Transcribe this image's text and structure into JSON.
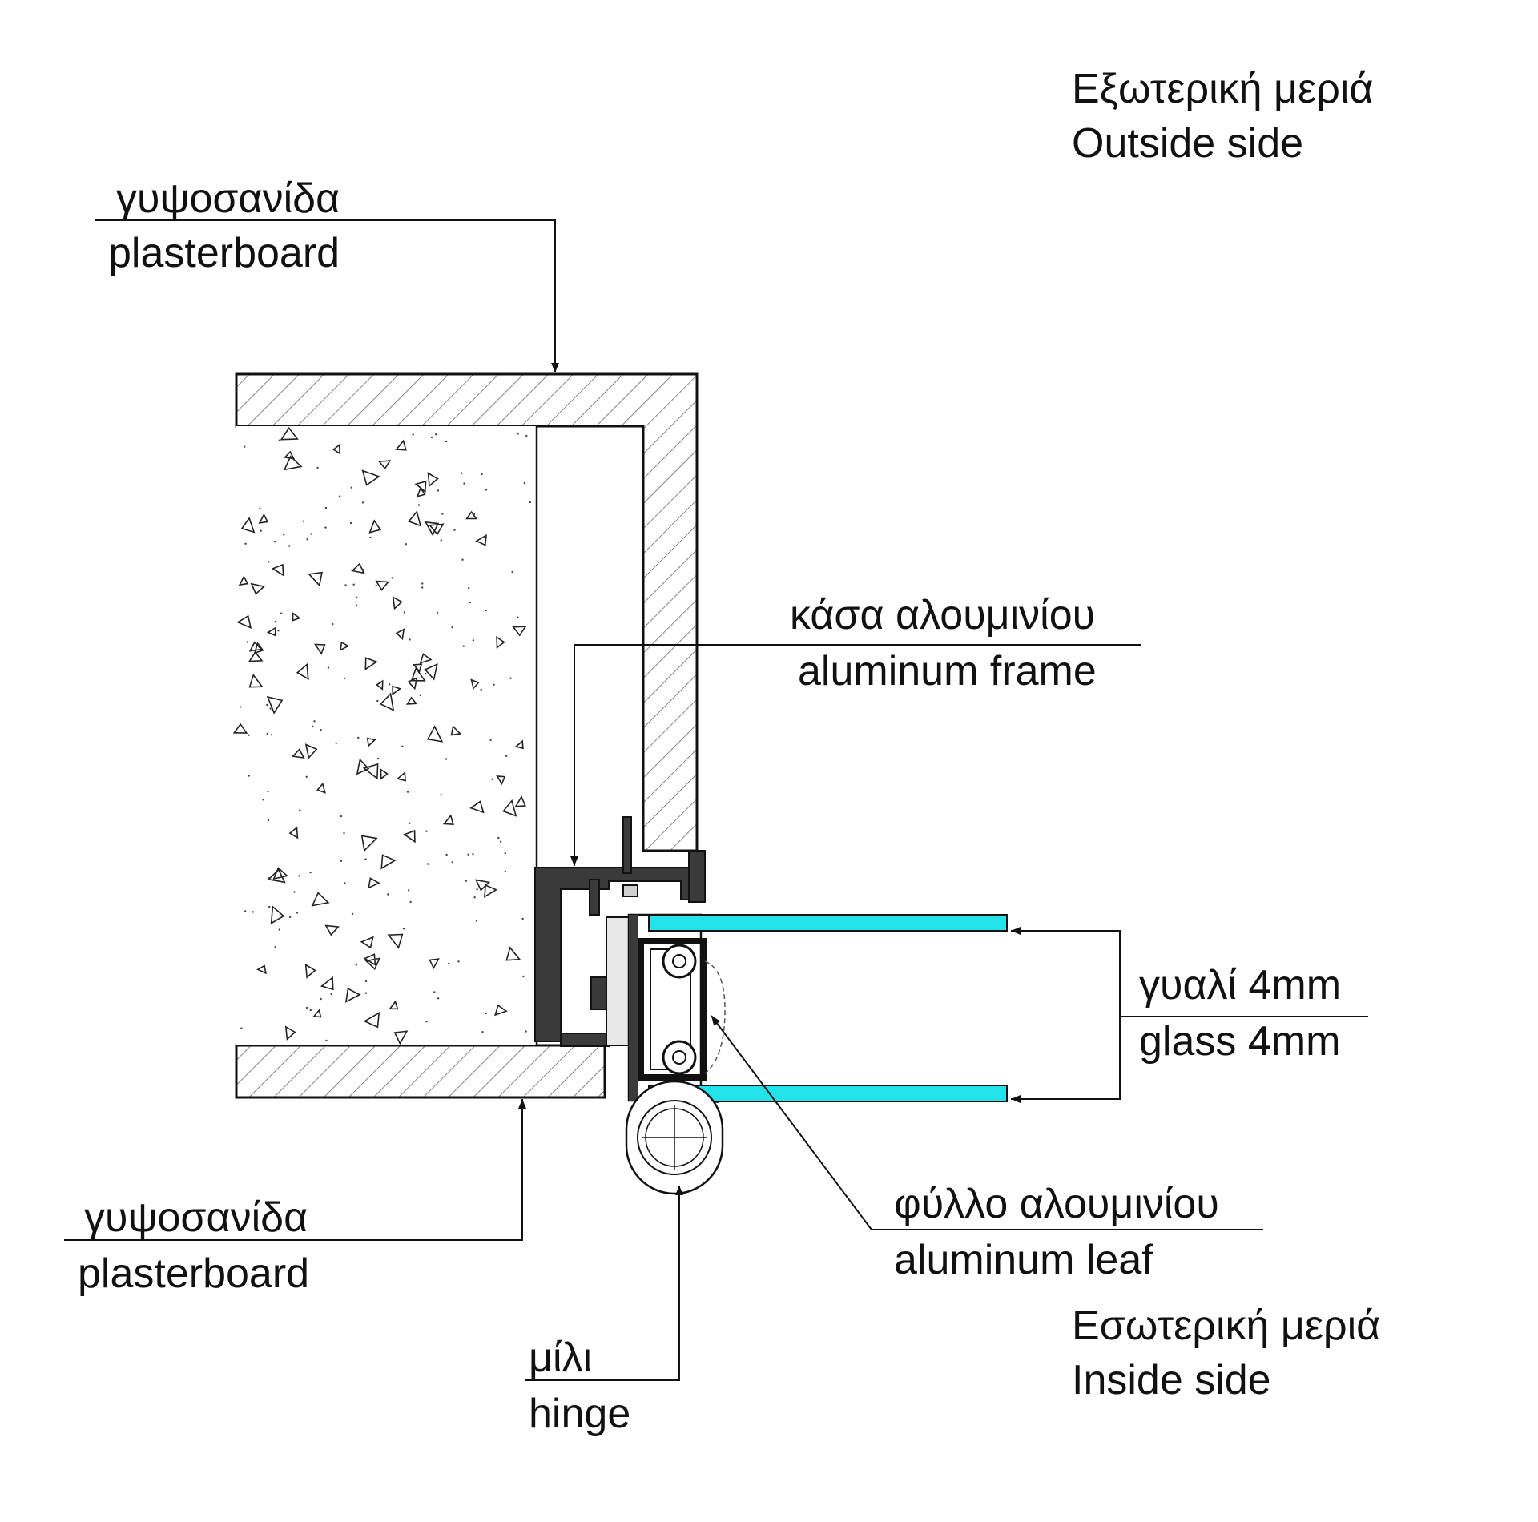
{
  "labels": {
    "outside_gr": "Εξωτερική μεριά",
    "outside_en": "Outside side",
    "inside_gr": "Εσωτερική μεριά",
    "inside_en": "Inside side",
    "plaster_top_gr": "γυψοσανίδα",
    "plaster_top_en": "plasterboard",
    "plaster_bottom_gr": "γυψοσανίδα",
    "plaster_bottom_en": "plasterboard",
    "frame_gr": "κάσα αλουμινίου",
    "frame_en": "aluminum frame",
    "glass_gr": "γυαλί 4mm",
    "glass_en": "glass 4mm",
    "leaf_gr": "φύλλο αλουμινίου",
    "leaf_en": "aluminum leaf",
    "hinge_gr": "μίλι",
    "hinge_en": "hinge"
  },
  "colors": {
    "glass": "#22e3ea",
    "line": "#111111",
    "profile": "#3a3a3a",
    "hatch": "#555555"
  }
}
